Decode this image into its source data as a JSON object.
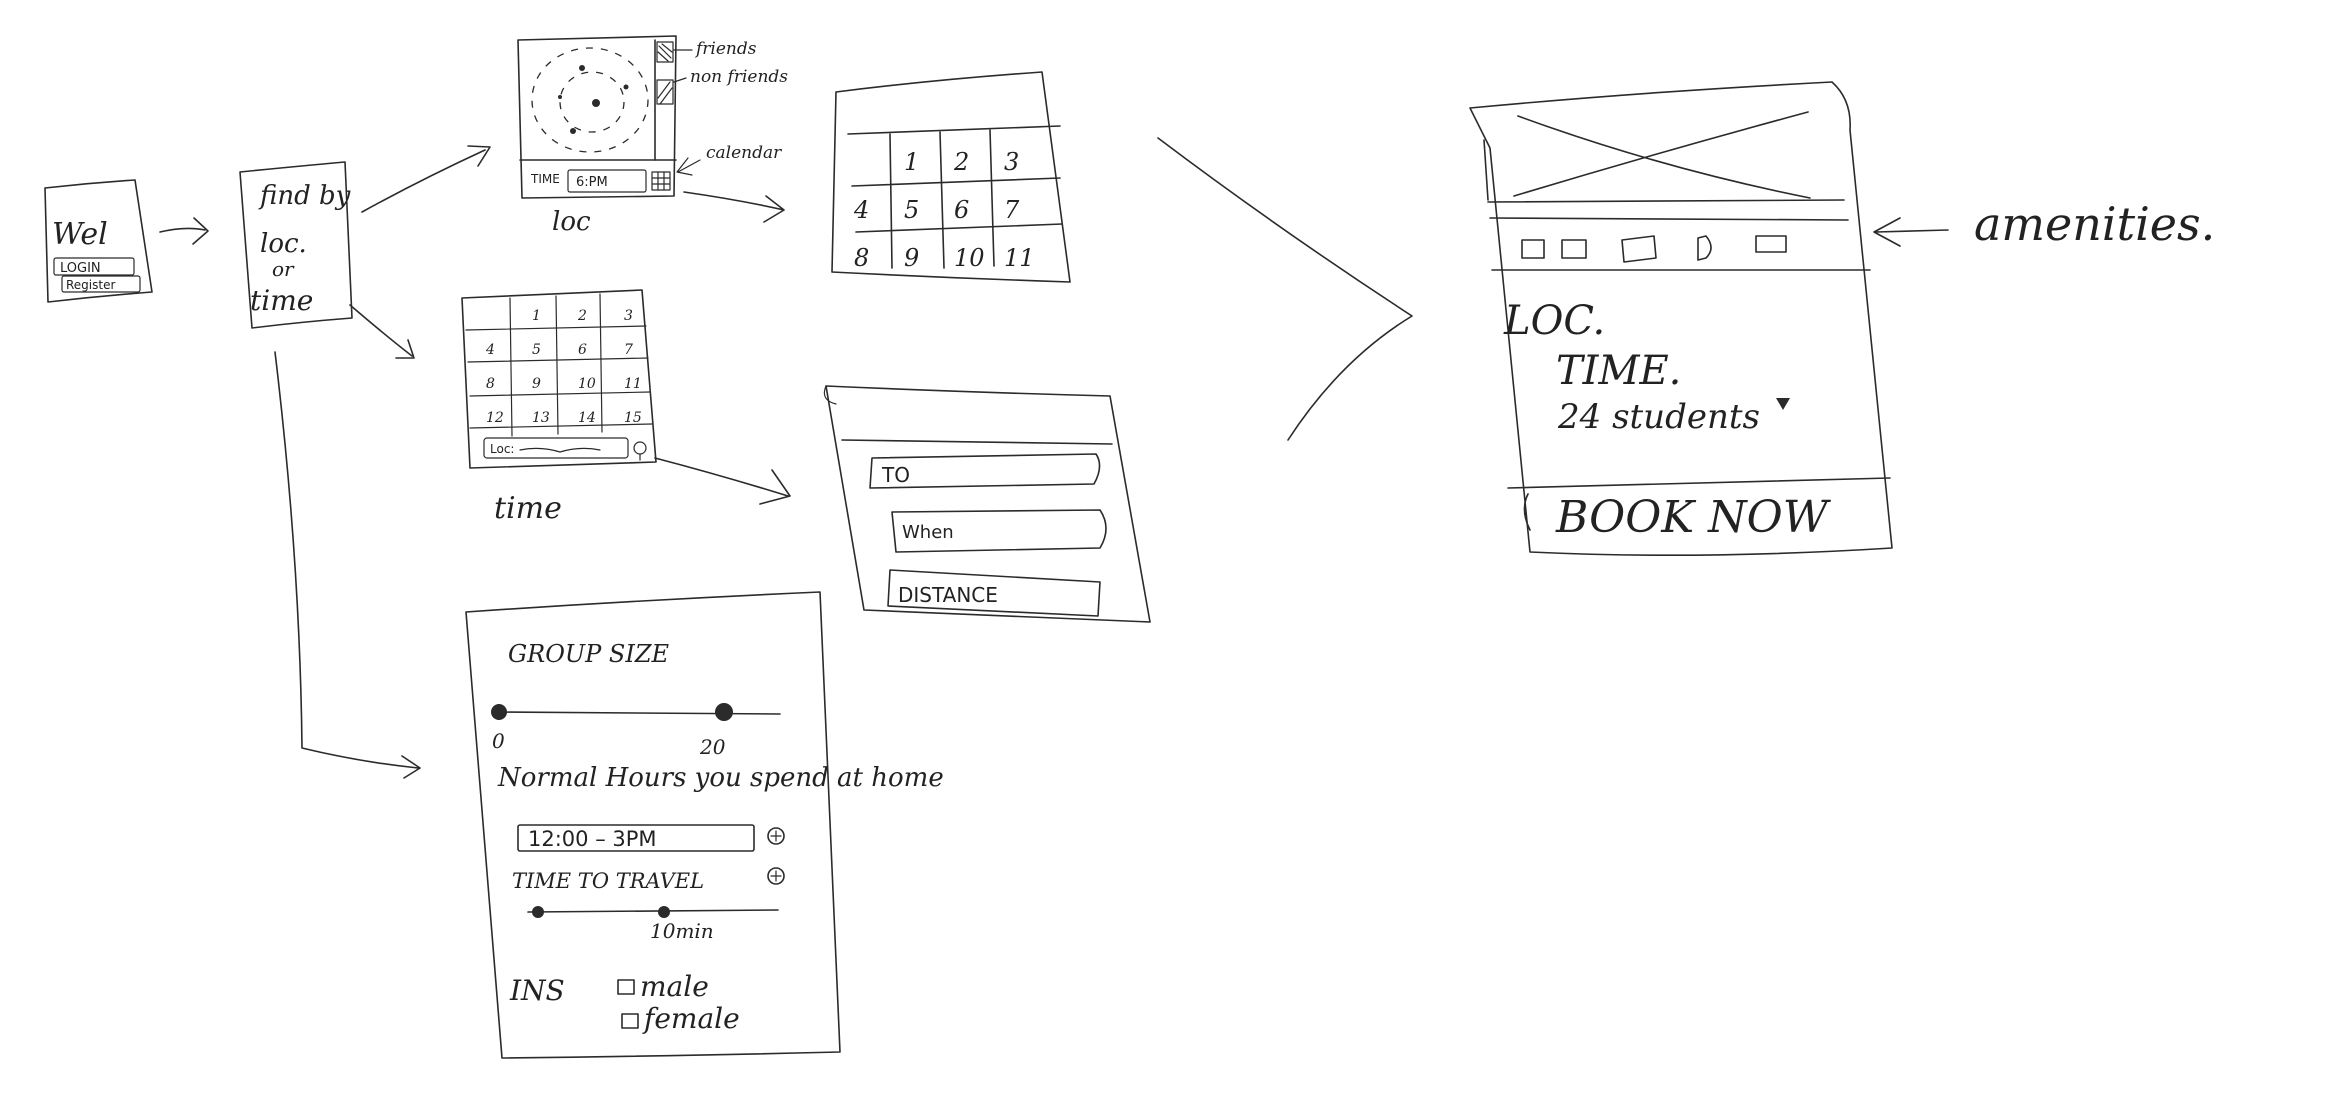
{
  "welcome": {
    "title": "Wel",
    "login": "LOGIN",
    "register": "Register"
  },
  "find_by": {
    "line1": "find by",
    "line2": "loc.",
    "line3": "or",
    "line4": "time"
  },
  "loc_screen": {
    "label": "loc",
    "time_label": "TIME",
    "time_value": "6:PM",
    "annotations": {
      "friends": "friends",
      "non_friends": "non friends",
      "calendar": "calendar"
    }
  },
  "loc_calendar": {
    "cells": [
      "",
      "1",
      "2",
      "3",
      "4",
      "5",
      "6",
      "7",
      "8",
      "9",
      "10",
      "11"
    ]
  },
  "time_screen": {
    "label": "time",
    "cells": [
      "",
      "1",
      "2",
      "3",
      "4",
      "5",
      "6",
      "7",
      "8",
      "9",
      "10",
      "11",
      "12",
      "13",
      "14",
      "15"
    ],
    "loc_field": "Loc:"
  },
  "filters": {
    "field1": "TO",
    "field2": "When",
    "field3": "DISTANCE"
  },
  "preferences": {
    "group_size_title": "GROUP SIZE",
    "group_min": "0",
    "group_max": "20",
    "hours_question": "Normal Hours you spend at home",
    "hours_value": "12:00  –  3PM",
    "travel_label": "TIME TO TRAVEL",
    "travel_value": "10min",
    "ins_label": "INS",
    "option_male": "male",
    "option_female": "female"
  },
  "detail": {
    "loc": "LOC.",
    "time": "TIME.",
    "students": "24 students",
    "book_now": "BOOK NOW",
    "amenities_note": "amenities."
  }
}
